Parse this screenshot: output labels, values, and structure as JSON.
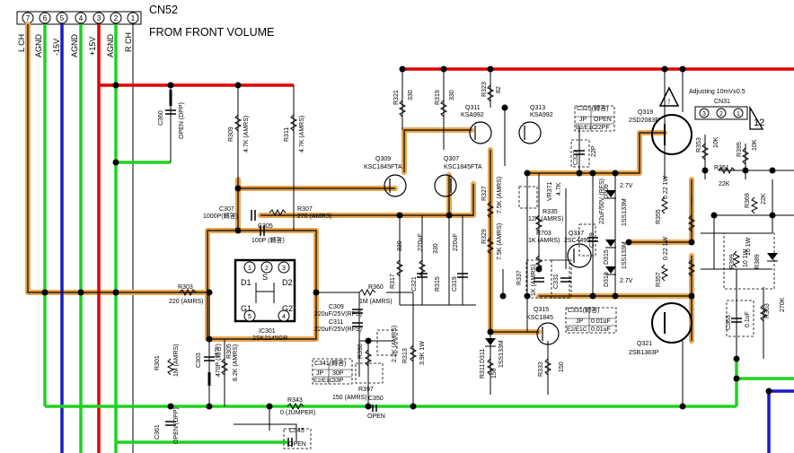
{
  "connector": {
    "name": "CN52",
    "caption": "FROM FRONT VOLUME",
    "pins": [
      "7",
      "6",
      "5",
      "4",
      "3",
      "2",
      "1"
    ],
    "signals": [
      "L CH",
      "AGND",
      "-15V",
      "AGND",
      "+15V",
      "AGND",
      "R CH"
    ]
  },
  "components": {
    "R321": "R321",
    "R321v": "330",
    "R319": "R319",
    "R319v": "330",
    "R323": "R323",
    "R323v": "82",
    "Q311": "Q311",
    "Q311t": "KSA992",
    "Q313": "Q313",
    "Q313t": "KSA992",
    "Q309": "Q309",
    "Q309t": "KSC1845FTA",
    "Q307": "Q307",
    "Q307t": "KSC1845FTA",
    "R309": "R309",
    "R309v": "4.7K (AMRS)",
    "R311": "R311",
    "R311v": "4.7K (AMRS)",
    "C360": "C360",
    "C360v": "OPEN (DPP)",
    "C307": "C307",
    "C307v": "1000P(轉答)",
    "R307": "R307",
    "R307v": "270 (AMRS)",
    "C305": "C305",
    "C305v": "100P (轉答)",
    "IC301": "IC301",
    "IC301t": "2SK2145GR",
    "ic_pins": [
      "D1",
      "G1",
      "S",
      "D2",
      "G2"
    ],
    "ic_pin_nums": [
      "1",
      "2",
      "3",
      "4",
      "5"
    ],
    "R303": "R303",
    "R303v": "220 (AMRS)",
    "C309": "C309",
    "C309v": "220uF/25V(RFS)",
    "C311": "C311",
    "C311v": "220uF/25V(RFS)",
    "R360": "R360",
    "R360v": "1M (AMRS)",
    "C341": "C341(轉答)",
    "C341jp": "JP",
    "C341a": "30P",
    "C341b": "E2/E1C",
    "C341c": "33P",
    "R301": "R301",
    "R301v": "1M (AMRS)",
    "C303": "C303",
    "C303v": "470P (轉答)",
    "R305": "R305",
    "R305v": "8.2K (AMRS)",
    "R343": "R343",
    "R343v": "0 (JUMPER)",
    "R397": "R397",
    "R397v": "150 (AMRS)",
    "C350": "C350",
    "C350v": "OPEN",
    "C361": "C361",
    "C361v": "OPEN (DPP)",
    "C345": "C345",
    "C345v": "OPEN",
    "R398": "R398",
    "R398v": "2.2K (AMRS)",
    "R313": "R313",
    "R313v": "3.9K 1W",
    "R317": "R317",
    "R317v": "330",
    "R315": "R315",
    "R315v": "330",
    "C321": "C321",
    "C321v": "220uF",
    "C319": "C319",
    "C319v": "220uF",
    "R327": "R327",
    "R327v": "7.5K (AMRS)",
    "R329": "R329",
    "R329v": "7.5K (AMRS)",
    "C325": "C325(轉答)",
    "C325jp": "JP",
    "C325open": "OPEN",
    "C325a": "E2/E1C",
    "C325b": "22PF",
    "C327": "C327",
    "C327v": "22P",
    "VR371": "VR371",
    "VR371v": "4.7K",
    "R335": "R335",
    "R335v": "12K (AMRS)",
    "R703": "R703",
    "R703v": "1K (AMRS)",
    "Q317": "Q317",
    "Q317t": "2SC4495",
    "C329": "C329",
    "C329v": "22uF/50V (RFS)",
    "D309": "D309",
    "D309v": "2.7V",
    "D309t": "1SS133M",
    "D313": "D313",
    "D313v": "2.7V",
    "D313t": "1SS133M",
    "D315": "D315",
    "Q315": "Q315",
    "Q315t": "KSC1845",
    "C331": "C331(轉答)",
    "C331jp": "JP",
    "C331a": "0.01uF",
    "C331b": "E2/E1C",
    "C331c": "0.01uF",
    "D311": "D311",
    "D311t": "1SS133M",
    "R311b": "R311",
    "R311bv": "150",
    "R333": "R333",
    "R333v": "150",
    "R337": "R337",
    "R337v": "1K (AMRS)",
    "C331s": "C331",
    "Q319": "Q319",
    "Q319t": "2SD2083P",
    "Q321": "Q321",
    "Q321t": "2SB1383P",
    "R355": "R355",
    "R355v": "0.22 1W",
    "R357": "R357",
    "R357v": "0.22 1W",
    "R353": "R353",
    "R353v": "10K",
    "R395": "R395",
    "R395v": "10K",
    "R361": "R361",
    "R361v": "22K",
    "R369": "R369",
    "R369v": "22K",
    "R399": "R399",
    "R399v": "10 1W",
    "R389": "R389",
    "R389v": "10 1W",
    "C363": "C363",
    "C363v": "0.1uF",
    "R363": "R363",
    "R363v": "270K",
    "CN31": "CN31",
    "CN31pins": [
      "3",
      "2",
      "1"
    ],
    "adjust": "Adjusting 10mV±0.5",
    "marker": "12"
  },
  "colors": {
    "signal_path": "#e8a650",
    "positive_rail": "#e00000",
    "ground": "#1fd21f",
    "negative_rail": "#1a1acc"
  }
}
